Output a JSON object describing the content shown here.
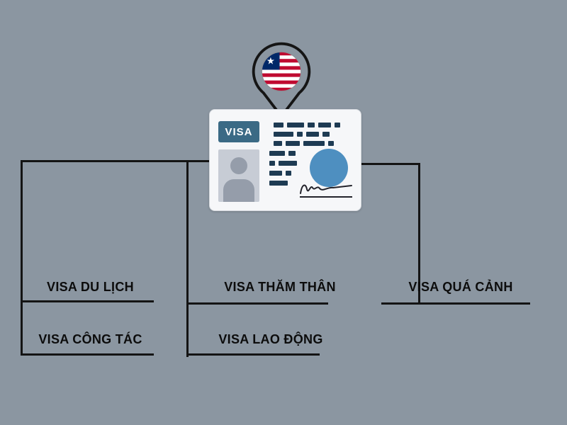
{
  "background_color": "#8b96a1",
  "pin": {
    "icon": "location-pin-icon",
    "flag": {
      "country": "liberia",
      "red": "#bf0a30",
      "white": "#ffffff",
      "blue": "#002868",
      "star": "★"
    }
  },
  "card": {
    "visa_label": "VISA",
    "colors": {
      "card_bg": "#f6f7f9",
      "visa_box_bg": "#3b6a85",
      "dash": "#1e3b53",
      "photo_bg": "#c7ccd5",
      "silhouette": "#959daa",
      "stamp_blue": "#4e8fc0",
      "signature": "#23232b"
    }
  },
  "diagram": {
    "line_color": "#141414",
    "labels": [
      {
        "id": "du-lich",
        "text": "VISA DU LỊCH"
      },
      {
        "id": "tham-than",
        "text": "VISA THĂM THÂN"
      },
      {
        "id": "qua-canh",
        "text": "VISA QUÁ CẢNH"
      },
      {
        "id": "cong-tac",
        "text": "VISA CÔNG TÁC"
      },
      {
        "id": "lao-dong",
        "text": "VISA LAO ĐỘNG"
      }
    ]
  }
}
